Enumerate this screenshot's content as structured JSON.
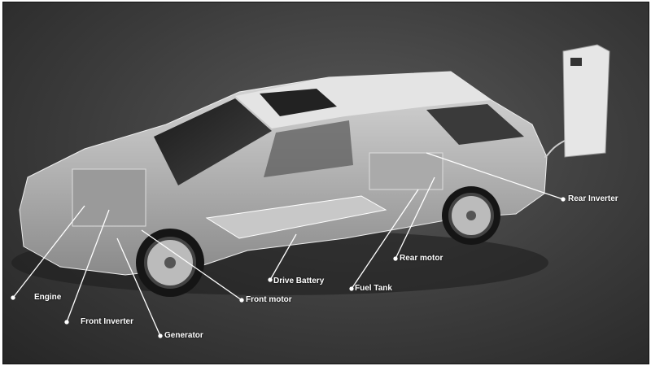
{
  "labels": {
    "engine": "Engine",
    "front_inverter": "Front Inverter",
    "generator": "Generator",
    "front_motor": "Front motor",
    "drive_battery": "Drive Battery",
    "fuel_tank": "Fuel Tank",
    "rear_motor": "Rear motor",
    "rear_inverter": "Rear Inverter"
  }
}
